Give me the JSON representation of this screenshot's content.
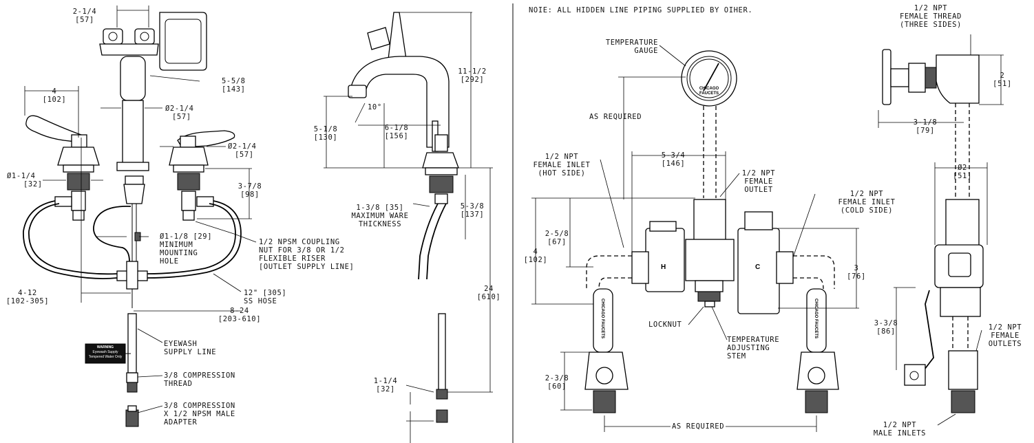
{
  "note": "NOIE: ALL HIDDEN LINE PIPING SUPPLIED BY OIHER.",
  "left_view": {
    "dim_width_top": [
      "2-1/4",
      "[57]"
    ],
    "dim_handle_offset": [
      "5-5/8",
      "[143]"
    ],
    "dim_handle_width": [
      "4",
      "[102]"
    ],
    "dim_spout_dia": [
      "Ø2-1/4",
      "[57]"
    ],
    "dim_valve_dia": [
      "Ø2-1/4",
      "[57]"
    ],
    "dim_base_dia": [
      "Ø1-1/4",
      "[32]"
    ],
    "dim_height": [
      "3-7/8",
      "[98]"
    ],
    "mount_hole": [
      "Ø1-1/8 [29]",
      "MINIMUM",
      "MOUNTING",
      "HOLE"
    ],
    "coupling_nut": [
      "1/2 NPSM COUPLING",
      "NUT FOR 3/8 OR 1/2",
      "FLEXIBLE RISER",
      "[OUTLET SUPPLY LINE]"
    ],
    "dim_spread": [
      "4-12",
      "[102-305]"
    ],
    "hose": [
      "12\" [305]",
      "SS HOSE"
    ],
    "dim_hose_reach": [
      "8-24",
      "[203-610]"
    ],
    "eyewash": [
      "EYEWASH",
      "SUPPLY LINE"
    ],
    "compression_thread": [
      "3/8 COMPRESSION",
      "THREAD"
    ],
    "adapter": [
      "3/8 COMPRESSION",
      "X 1/2 NPSM MALE",
      "ADAPTER"
    ],
    "tag_text": [
      "WARNING",
      "Eyewash Supply",
      "Tempered Water Only"
    ]
  },
  "side_view": {
    "dim_total_height": [
      "11-1/2",
      "[292]"
    ],
    "angle": "10°",
    "dim_spout_height": [
      "5-1/8",
      "[130]"
    ],
    "dim_spout_reach": [
      "6-1/8",
      "[156]"
    ],
    "ware_thickness": [
      "1-3/8 [35]",
      "MAXIMUM WARE",
      "THICKNESS"
    ],
    "dim_shank": [
      "5-3/8",
      "[137]"
    ],
    "dim_supply": [
      "24",
      "[610]"
    ],
    "dim_fitting": [
      "1-1/4",
      "[32]"
    ]
  },
  "valve_view": {
    "temp_gauge": [
      "TEMPERATURE",
      "GAUGE"
    ],
    "gauge_brand": [
      "CHICAGO",
      "FAUCETS"
    ],
    "as_required_vertical": "AS REQUIRED",
    "hot_inlet": [
      "1/2 NPT",
      "FEMALE INLET",
      "(HOT SIDE)"
    ],
    "dim_width": [
      "5-3/4",
      "[146]"
    ],
    "outlet": [
      "1/2 NPT",
      "FEMALE",
      "OUTLET"
    ],
    "cold_inlet": [
      "1/2 NPT",
      "FEMALE INLET",
      "(COLD SIDE)"
    ],
    "dim_inlet_height": [
      "2-5/8",
      "[67]"
    ],
    "dim_body_height": [
      "4",
      "[102]"
    ],
    "dim_body_right": [
      "3",
      "[76]"
    ],
    "locknut": "LOCKNUT",
    "adjusting_stem": [
      "TEMPERATURE",
      "ADJUSTING",
      "STEM"
    ],
    "dim_valve_height": [
      "2-3/8",
      "[60]"
    ],
    "as_required_horizontal": "AS REQUIRED",
    "hot_mark": "H",
    "cold_mark": "C",
    "valve_brand": "CHICAGO FAUCETS"
  },
  "end_view": {
    "female_thread": [
      "1/2 NPT",
      "FEMALE THREAD",
      "(THREE SIDES)"
    ],
    "dim_depth": [
      "2",
      "[51]"
    ],
    "dim_offset": [
      "3-1/8",
      "[79]"
    ],
    "dim_dia": [
      "Ø2",
      "[51]"
    ],
    "dim_valve": [
      "3-3/8",
      "[86]"
    ],
    "female_outlets": [
      "1/2 NPT",
      "FEMALE",
      "OUTLETS"
    ],
    "male_inlets": [
      "1/2 NPT",
      "MALE INLETS"
    ]
  }
}
